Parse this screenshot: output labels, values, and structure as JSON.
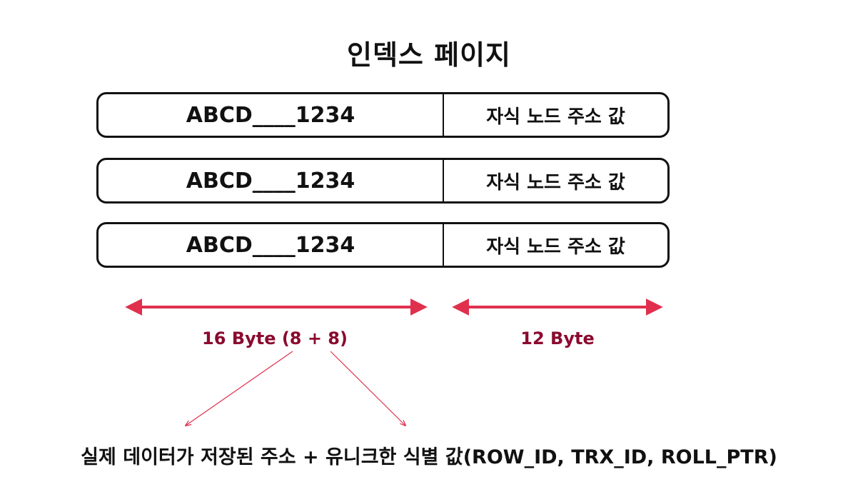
{
  "title": "인덱스 페이지",
  "rows": [
    {
      "key": "ABCD____1234",
      "value": "자식 노드 주소 값"
    },
    {
      "key": "ABCD____1234",
      "value": "자식 노드 주소 값"
    },
    {
      "key": "ABCD____1234",
      "value": "자식 노드 주소 값"
    }
  ],
  "key_size_label": "16 Byte (8 + 8)",
  "value_size_label": "12 Byte",
  "footer": "실제 데이터가 저장된 주소 + 유니크한 식별 값(ROW_ID, TRX_ID, ROLL_PTR)",
  "colors": {
    "arrow": "#e0304e",
    "label": "#8b0a2e"
  }
}
